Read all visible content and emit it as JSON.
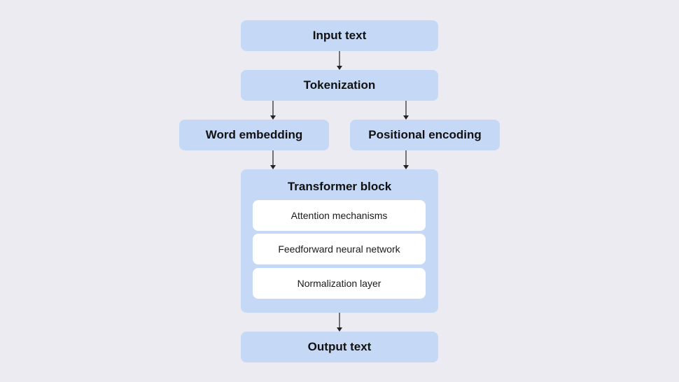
{
  "diagram": {
    "input": "Input text",
    "tokenization": "Tokenization",
    "word_embedding": "Word embedding",
    "positional_encoding": "Positional encoding",
    "transformer": {
      "title": "Transformer block",
      "components": [
        "Attention mechanisms",
        "Feedforward neural network",
        "Normalization layer"
      ]
    },
    "output": "Output text"
  },
  "colors": {
    "background": "#ecebf2",
    "node_fill": "#c5d9f7",
    "inner_fill": "#ffffff",
    "arrow": "#222222"
  }
}
